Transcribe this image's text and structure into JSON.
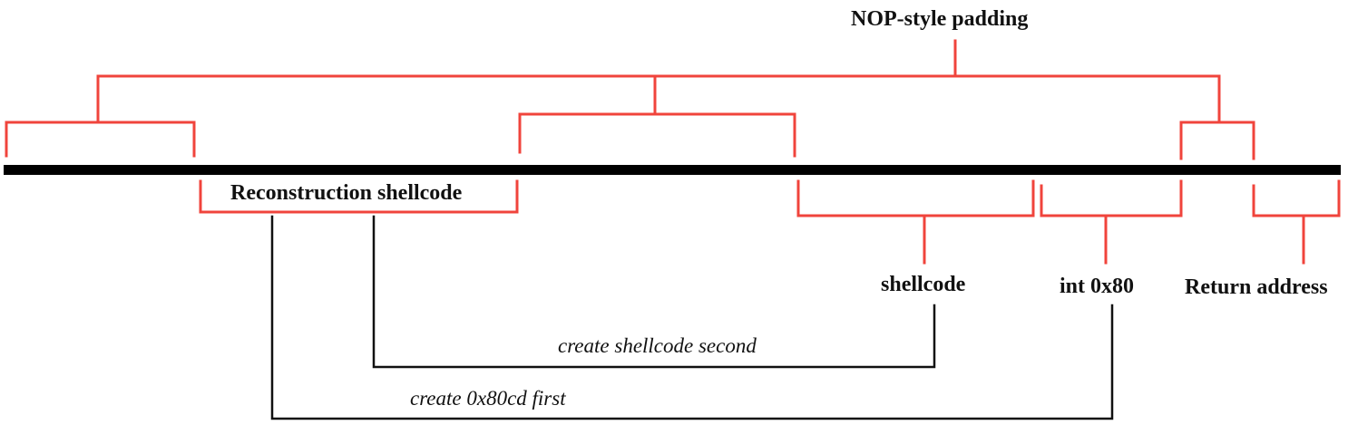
{
  "labels": {
    "nop_padding": "NOP-style padding",
    "reconstruction_shellcode": "Reconstruction shellcode",
    "shellcode": "shellcode",
    "int_0x80": "int 0x80",
    "return_address": "Return address"
  },
  "notes": {
    "create_shellcode_second": "create shellcode second",
    "create_0x80cd_first": "create 0x80cd first"
  },
  "colors": {
    "bracket": "#f0443c",
    "bar": "#000000",
    "connector": "#111111",
    "text": "#111111"
  }
}
